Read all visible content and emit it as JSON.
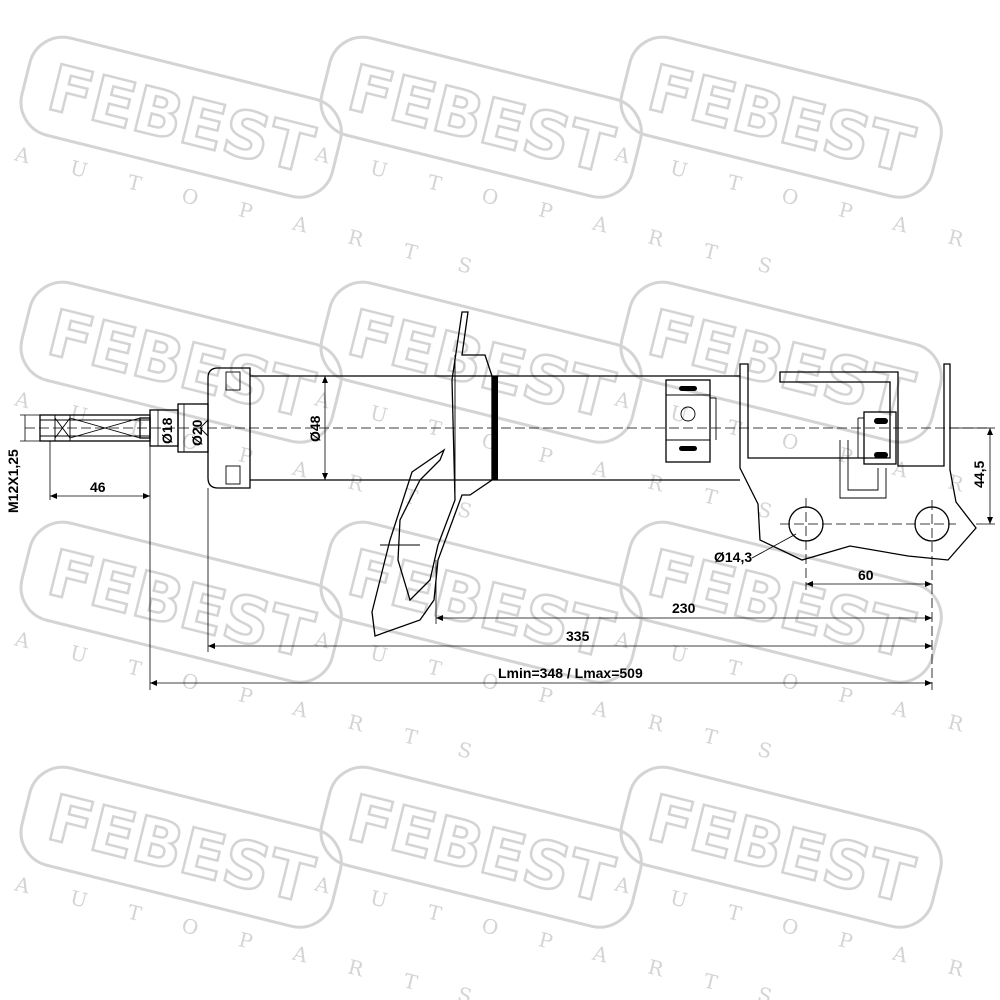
{
  "watermark": {
    "brand": "FEBEST",
    "tagline": "A U T O   P A R T S"
  },
  "colors": {
    "line": "#000000",
    "watermark": "#d4d4d4",
    "background": "#ffffff"
  },
  "dimensions": {
    "thread": "M12X1,25",
    "rod_stub_length": "46",
    "rod_dia_small": "Ø18",
    "rod_dia_large": "Ø20",
    "body_dia": "Ø48",
    "bracket_offset": "44,5",
    "hole_dia": "Ø14,3",
    "hole_spacing": "60",
    "length_to_bracket": "230",
    "body_length": "335",
    "total_length": "Lmin=348 / Lmax=509"
  }
}
